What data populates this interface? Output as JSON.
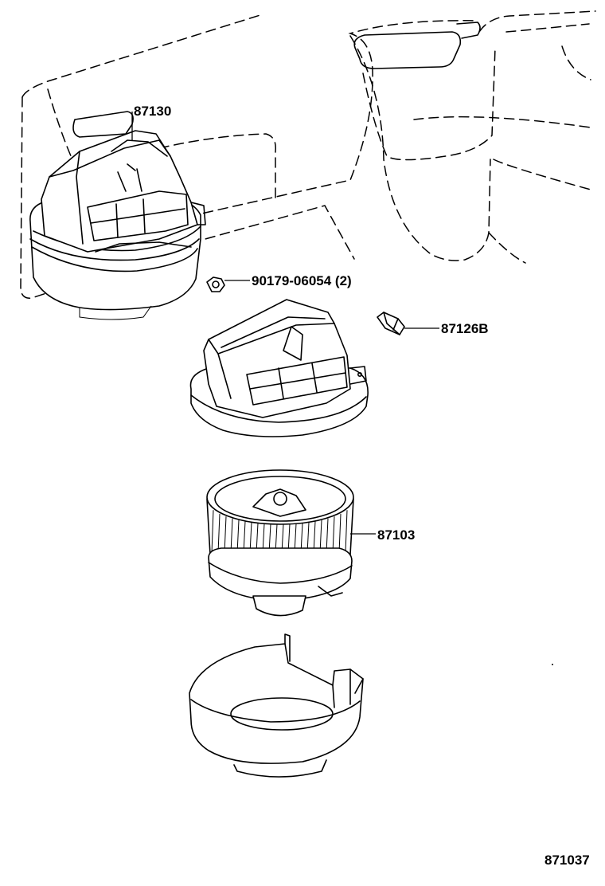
{
  "diagram": {
    "callouts": {
      "blower_case_assembly": "87130",
      "nut": "90179-06054 (2)",
      "clip": "87126B",
      "blower_motor_fan": "87103"
    },
    "figure_number": "871037"
  }
}
